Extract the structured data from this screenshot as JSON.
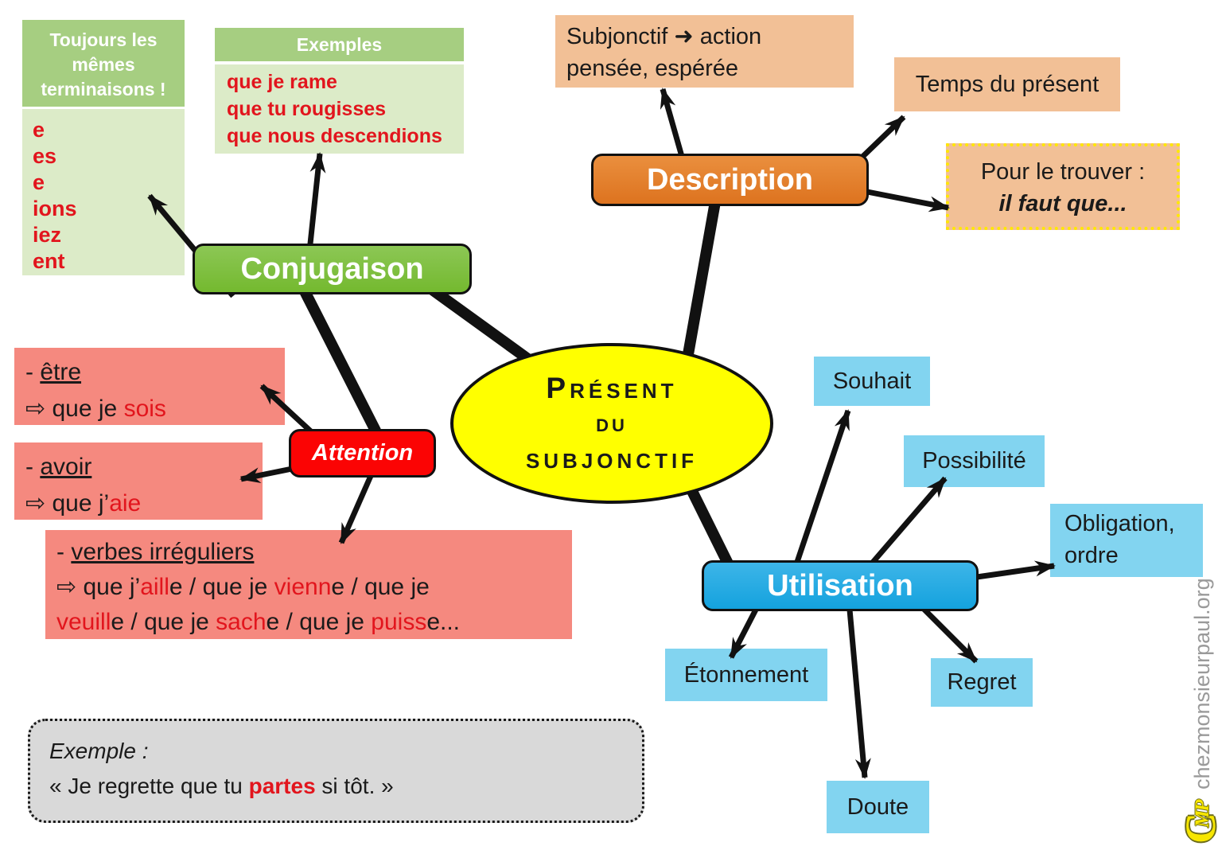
{
  "center": {
    "lines": [
      "Présent",
      "du",
      "subjonctif"
    ]
  },
  "branches": {
    "conjugaison": "Conjugaison",
    "description": "Description",
    "attention": "Attention",
    "utilisation": "Utilisation"
  },
  "terminaisons": {
    "header": "Toujours les mêmes terminaisons !",
    "items": [
      "e",
      "es",
      "e",
      "ions",
      "iez",
      "ent"
    ]
  },
  "exemples": {
    "header": "Exemples",
    "items": [
      "que je rame",
      "que tu rougisses",
      "que nous descendions"
    ]
  },
  "description_notes": {
    "action": {
      "line1": "Subjonctif ➜ action",
      "line2": "pensée, espérée"
    },
    "temps": "Temps du présent",
    "trouver": {
      "line1": "Pour le trouver :",
      "line2": "il faut que..."
    }
  },
  "attention_notes": {
    "etre": {
      "dash": "- ",
      "verb": "être",
      "arrow": "⇨",
      "text": " que je ",
      "red": "sois"
    },
    "avoir": {
      "dash": "- ",
      "verb": "avoir",
      "arrow": "⇨",
      "text": " que j’",
      "red": "aie"
    },
    "irreguliers": {
      "dash": "- ",
      "title": "verbes irréguliers",
      "line2": [
        {
          "t": "⇨ que j’"
        },
        {
          "t": "aill"
        },
        {
          "t": "e / que je "
        },
        {
          "t": "vienn"
        },
        {
          "t": "e / que je"
        }
      ],
      "line3": [
        {
          "t": "veuill"
        },
        {
          "t": "e / que je "
        },
        {
          "t": "sach"
        },
        {
          "t": "e / que je "
        },
        {
          "t": "puiss"
        },
        {
          "t": "e..."
        }
      ]
    }
  },
  "utilisation_notes": {
    "souhait": "Souhait",
    "possibilite": "Possibilité",
    "obligation": {
      "line1": "Obligation,",
      "line2": "ordre"
    },
    "etonnement": "Étonnement",
    "regret": "Regret",
    "doute": "Doute"
  },
  "exemple_box": {
    "title": "Exemple :",
    "pre": "« Je regrette que tu ",
    "red": "partes",
    "post": " si tôt. »"
  },
  "footer": {
    "site": "chezmonsieurpaul.org",
    "logo_c": "C",
    "logo_mp": "MP"
  },
  "colors": {
    "branch_green": "#7ec13e",
    "branch_orange": "#e1792c",
    "branch_red": "#fb0404",
    "branch_blue": "#1ba7e2",
    "note_green": "#dcebc8",
    "note_peach": "#f2c096",
    "note_salmon": "#f5897f",
    "note_blue": "#82d4f0",
    "center_yellow": "#ffff00",
    "highlight_red": "#e2151d"
  }
}
